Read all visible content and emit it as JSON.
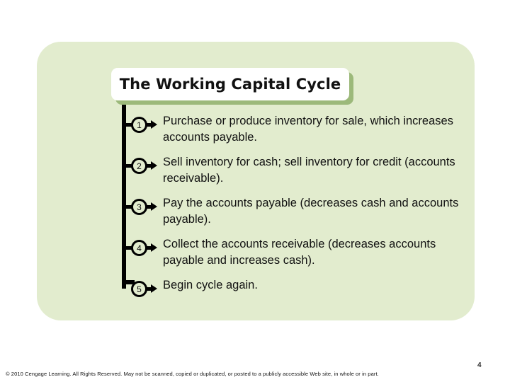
{
  "slide": {
    "title": "The Working Capital Cycle",
    "panel_color": "#e2ecce",
    "title_box_color": "#ffffff",
    "title_shadow_color": "#9cb97a",
    "steps": [
      {
        "number": "1",
        "text": "Purchase or produce inventory for sale, which increases accounts payable."
      },
      {
        "number": "2",
        "text": "Sell inventory for cash; sell inventory for credit (accounts receivable)."
      },
      {
        "number": "3",
        "text": "Pay the accounts payable (decreases cash and accounts payable)."
      },
      {
        "number": "4",
        "text": "Collect the accounts receivable (decreases accounts payable and increases cash)."
      },
      {
        "number": "5",
        "text": "Begin cycle again."
      }
    ]
  },
  "footer": {
    "copyright": "© 2010 Cengage Learning. All Rights Reserved. May not be scanned, copied or duplicated, or posted to a publicly accessible Web site, in whole or in part.",
    "page_number": "4"
  }
}
